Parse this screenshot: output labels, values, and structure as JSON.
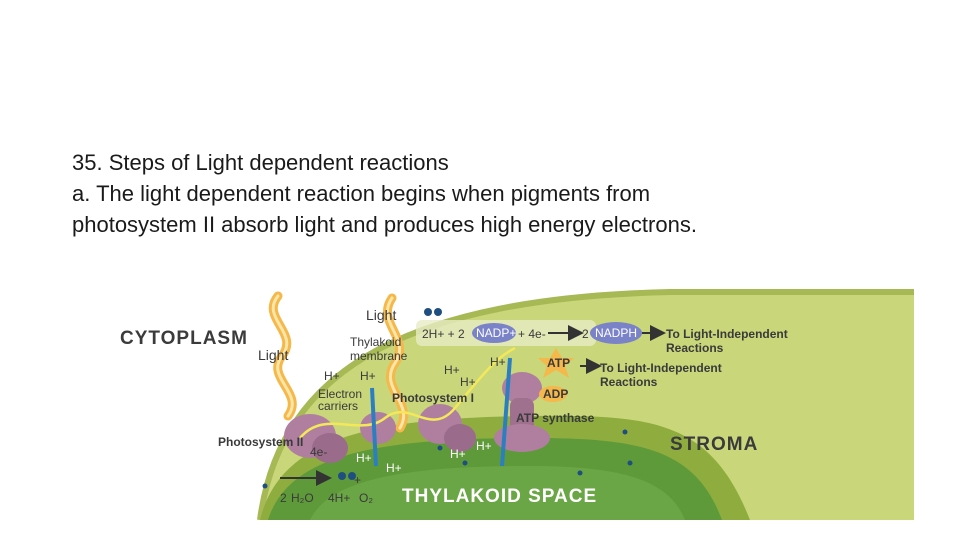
{
  "slide": {
    "heading": "35. Steps of Light dependent reactions",
    "point_a_line1": "a. The light dependent reaction begins when pigments from",
    "point_a_line2": "photosystem II absorb light and produces high energy electrons."
  },
  "diagram": {
    "cytoplasm": "CYTOPLASM",
    "stroma": "STROMA",
    "thylakoid_space": "THYLAKOID SPACE",
    "light_left": "Light",
    "light_top": "Light",
    "thylakoid_membrane_line1": "Thylakoid",
    "thylakoid_membrane_line2": "membrane",
    "electron_carriers_line1": "Electron",
    "electron_carriers_line2": "carriers",
    "photosystem_ii": "Photosystem II",
    "photosystem_i": "Photosystem I",
    "atp_synthase": "ATP synthase",
    "equation_2h": "2H+ + 2",
    "nadp_plus": "NADP+",
    "plus_4e": "+ 4e-",
    "arrow_2": "2",
    "nadph": "NADPH",
    "to_light_independent_1_line1": "To Light-Independent",
    "to_light_independent_1_line2": "Reactions",
    "to_light_independent_2_line1": "To Light-Independent",
    "to_light_independent_2_line2": "Reactions",
    "atp": "ATP",
    "adp": "ADP",
    "h_plus": "H+",
    "four_e": "4e-",
    "water_eq_2": "2",
    "water_eq_h2o": "H₂O",
    "water_eq_4h": "4H+",
    "water_eq_o2": "O₂",
    "water_eq_plus": "+",
    "colors": {
      "stroma_green": "#c9d67a",
      "membrane_green": "#8ead3e",
      "thylakoid_space_green": "#5e9a3a",
      "protein_purple": "#b07fa0",
      "nadp_blue": "#7a82c8",
      "electron_path_yellow": "#f2e85a",
      "light_orange": "#f5b84a"
    }
  }
}
